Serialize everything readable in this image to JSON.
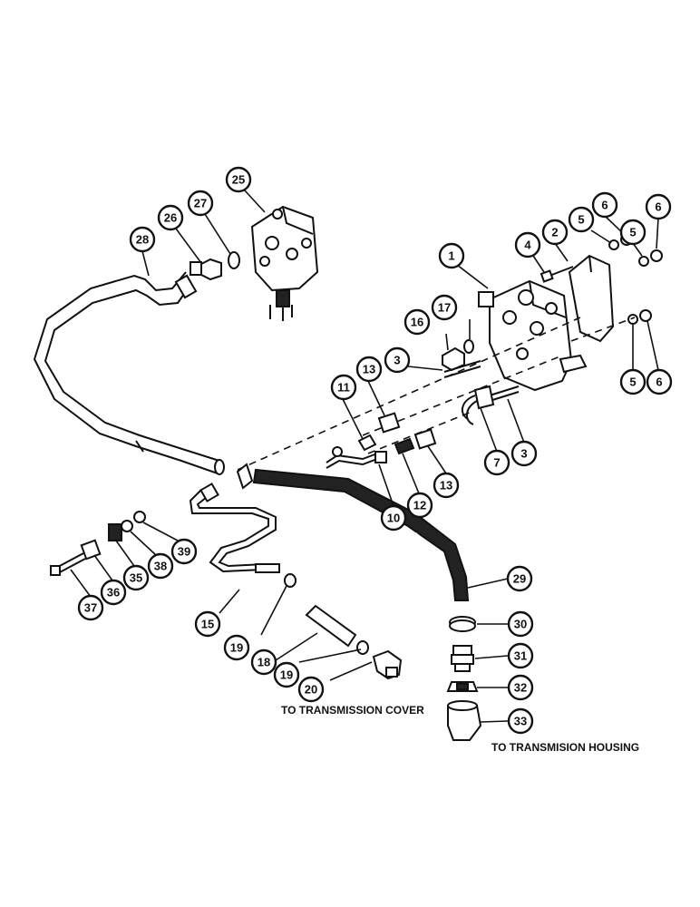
{
  "captions": {
    "transmission_cover": "TO TRANSMISSION COVER",
    "transmission_housing": "TO TRANSMISION HOUSING"
  },
  "callouts": {
    "c1": "1",
    "c2": "2",
    "c3a": "3",
    "c3b": "3",
    "c4": "4",
    "c5a": "5",
    "c5b": "5",
    "c5c": "5",
    "c6a": "6",
    "c6b": "6",
    "c6c": "6",
    "c7": "7",
    "c10": "10",
    "c11": "11",
    "c12": "12",
    "c13a": "13",
    "c13b": "13",
    "c15": "15",
    "c16": "16",
    "c17": "17",
    "c18": "18",
    "c19a": "19",
    "c19b": "19",
    "c20": "20",
    "c25": "25",
    "c26": "26",
    "c27": "27",
    "c28": "28",
    "c29": "29",
    "c30": "30",
    "c31": "31",
    "c32": "32",
    "c33": "33",
    "c35": "35",
    "c36": "36",
    "c37": "37",
    "c38": "38",
    "c39": "39"
  }
}
